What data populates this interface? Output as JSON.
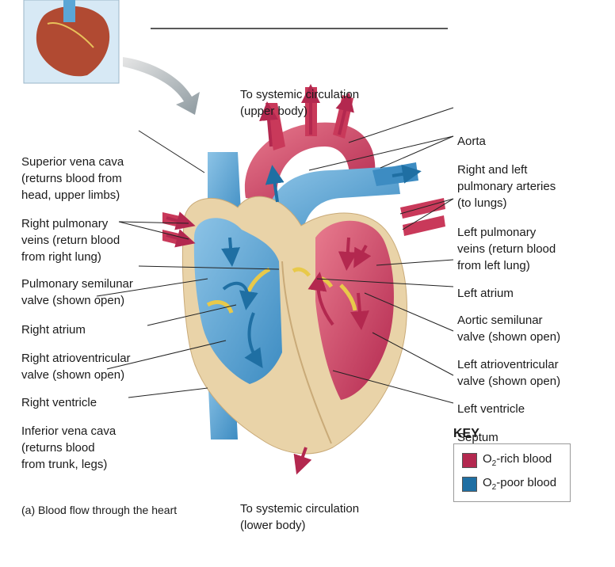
{
  "colors": {
    "oxygen_rich": "#b3284f",
    "oxygen_poor": "#1f6fa3",
    "vessel_blue": "#5ba6d6",
    "vessel_red": "#c9395a",
    "myocardium": "#e9d3a8",
    "pointer": "#222222"
  },
  "labels": {
    "top": [
      "To systemic circulation",
      "(upper body)"
    ],
    "bottom": [
      "To systemic circulation",
      "(lower body)"
    ],
    "left": [
      [
        "Superior vena cava",
        "(returns blood from",
        "head, upper limbs)"
      ],
      [
        "Right pulmonary",
        "veins (return blood",
        "from right lung)"
      ],
      [
        "Pulmonary semilunar",
        "valve (shown open)"
      ],
      [
        "Right atrium"
      ],
      [
        "Right atrioventricular",
        "valve (shown open)"
      ],
      [
        "Right ventricle"
      ],
      [
        "Inferior vena cava",
        "(returns blood",
        "from trunk, legs)"
      ]
    ],
    "right": [
      [
        "Aorta"
      ],
      [
        "Right and left",
        "pulmonary arteries",
        "(to lungs)"
      ],
      [
        "Left pulmonary",
        "veins (return blood",
        "from left lung)"
      ],
      [
        "Left atrium"
      ],
      [
        "Aortic semilunar",
        "valve (shown open)"
      ],
      [
        "Left atrioventricular",
        "valve (shown open)"
      ],
      [
        "Left ventricle"
      ],
      [
        "Septum"
      ]
    ]
  },
  "key": {
    "title": "KEY",
    "items": [
      {
        "prefix": "O",
        "sub": "2",
        "suffix": "-rich blood",
        "color": "#b3284f"
      },
      {
        "prefix": "O",
        "sub": "2",
        "suffix": "-poor blood",
        "color": "#1f6fa3"
      }
    ]
  },
  "caption": "(a) Blood flow through the heart"
}
